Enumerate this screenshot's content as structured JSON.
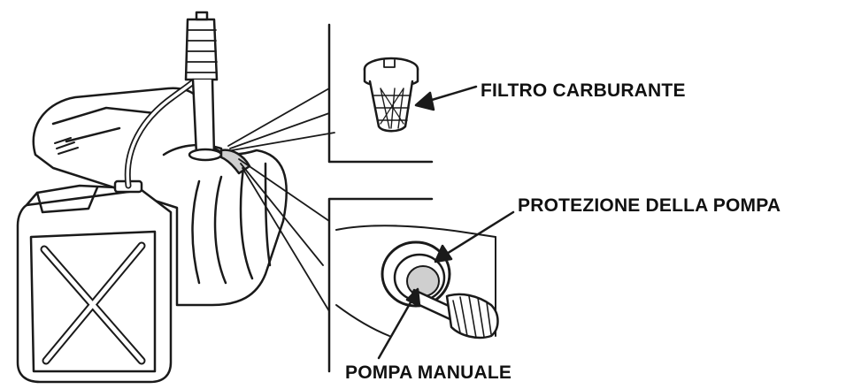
{
  "labels": {
    "fuel_filter": "FILTRO CARBURANTE",
    "pump_guard": "PROTEZIONE DELLA POMPA",
    "hand_pump": "POMPA MANUALE"
  },
  "colors": {
    "line": "#1a1a1a",
    "fill": "#ffffff",
    "shade": "#cfcfcf"
  }
}
